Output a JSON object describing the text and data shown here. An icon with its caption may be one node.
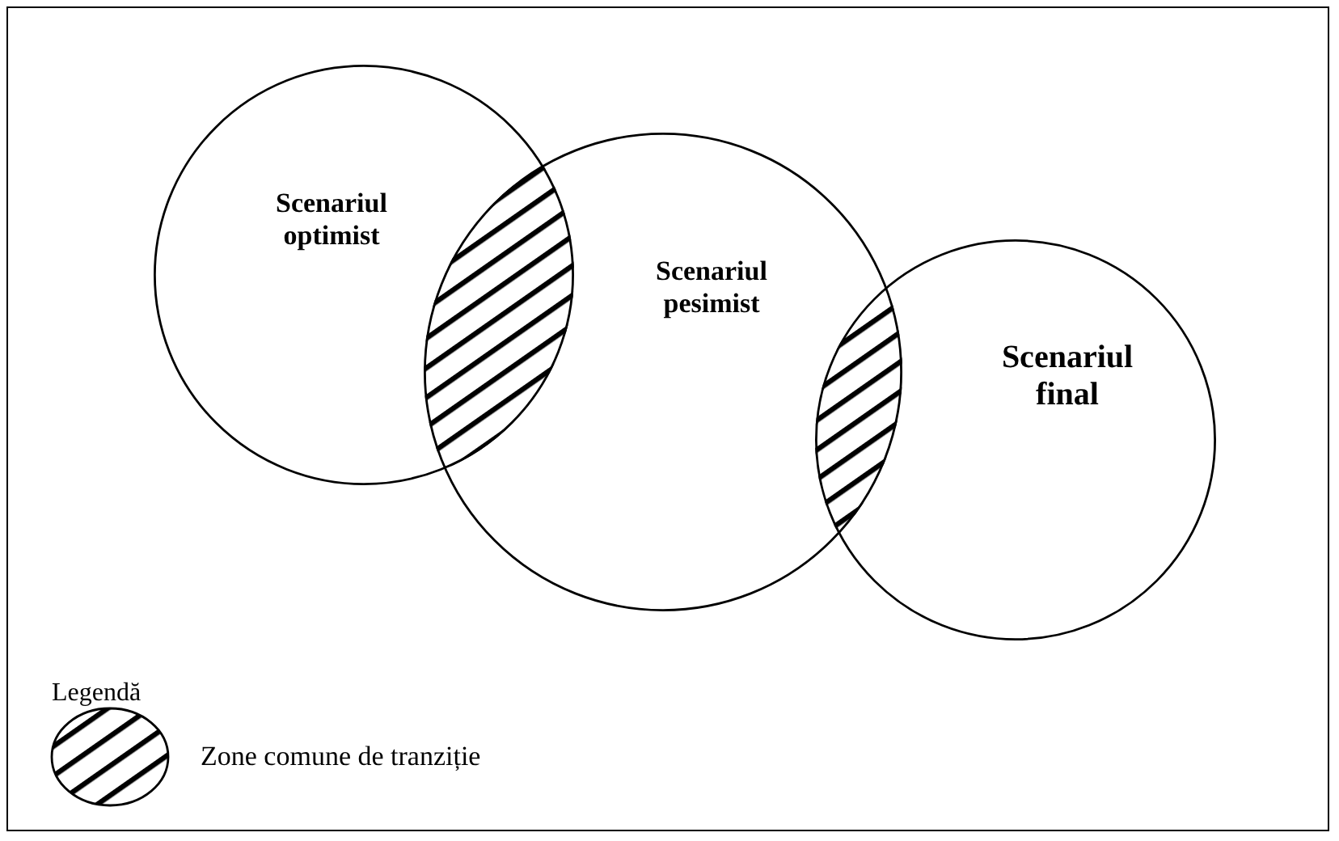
{
  "diagram": {
    "nodes": [
      {
        "text": [
          "Scenariul optimist"
        ]
      },
      {
        "text": [
          "Scenariul pesimist"
        ]
      },
      {
        "text": [
          "Scenariul final"
        ]
      }
    ],
    "labels": [
      "Legendă"
    ],
    "legend": [
      {
        "text": "Zone comune de tranziție"
      }
    ]
  }
}
